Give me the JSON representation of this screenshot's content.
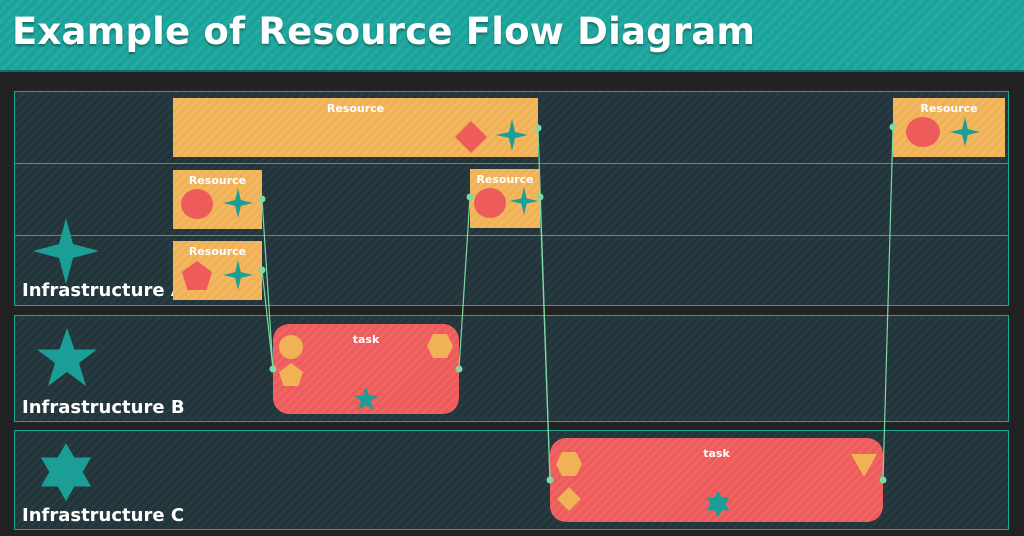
{
  "header": {
    "title": "Example of Resource Flow Diagram"
  },
  "lanes": [
    {
      "label": "Infrastructure A",
      "icon": "four-point-star-icon"
    },
    {
      "label": "Infrastructure B",
      "icon": "five-point-star-icon"
    },
    {
      "label": "Infrastructure C",
      "icon": "six-point-star-icon"
    }
  ],
  "resources": [
    {
      "label": "Resource",
      "icons": [
        "diamond-icon",
        "sparkle-icon"
      ]
    },
    {
      "label": "Resource",
      "icons": [
        "circle-icon",
        "sparkle-icon"
      ]
    },
    {
      "label": "Resource",
      "icons": [
        "circle-icon",
        "sparkle-icon"
      ]
    },
    {
      "label": "Resource",
      "icons": [
        "circle-icon",
        "sparkle-icon"
      ]
    },
    {
      "label": "Resource",
      "icons": [
        "pentagon-icon",
        "sparkle-icon"
      ]
    }
  ],
  "tasks": [
    {
      "label": "task",
      "icons": [
        "circle-icon",
        "pentagon-icon",
        "hexagon-icon",
        "star-icon"
      ]
    },
    {
      "label": "task",
      "icons": [
        "hexagon-icon",
        "diamond-icon",
        "triangle-icon",
        "six-point-star-icon"
      ]
    }
  ],
  "colors": {
    "header": "#1aa39a",
    "background": "#222222",
    "lane": "#22353a",
    "lane_border": "#18a79c",
    "resource": "#f1b155",
    "task": "#ee5b5b",
    "connector": "#7ed9a5",
    "accent_teal": "#1a9e96",
    "accent_coral": "#ee5b5b",
    "accent_orange": "#f1b155"
  }
}
